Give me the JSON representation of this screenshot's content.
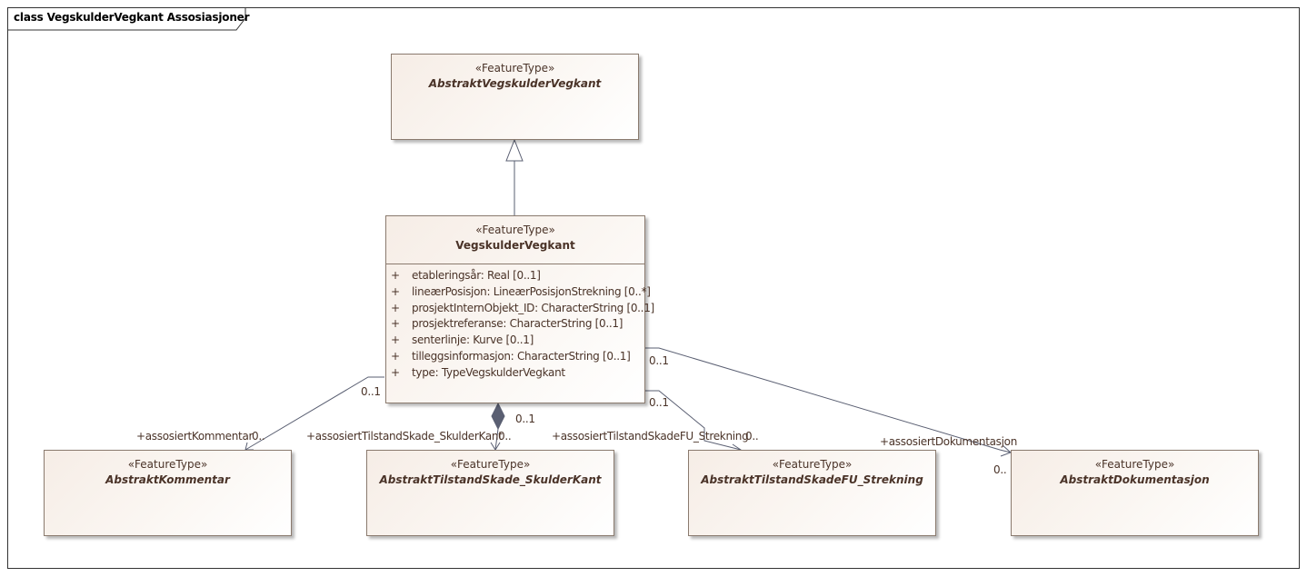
{
  "diagram": {
    "title": "class VegskulderVegkant Assosiasjoner"
  },
  "classes": {
    "abstrakt_vegskulder": {
      "stereotype": "«FeatureType»",
      "name": "AbstraktVegskulderVegkant",
      "abstract": true
    },
    "vegskulder": {
      "stereotype": "«FeatureType»",
      "name": "VegskulderVegkant",
      "abstract": false,
      "attributes": [
        {
          "vis": "+",
          "text": "etableringsår: Real [0..1]"
        },
        {
          "vis": "+",
          "text": "lineærPosisjon: LineærPosisjonStrekning [0..*]"
        },
        {
          "vis": "+",
          "text": "prosjektInternObjekt_ID: CharacterString [0..1]"
        },
        {
          "vis": "+",
          "text": "prosjektreferanse: CharacterString [0..1]"
        },
        {
          "vis": "+",
          "text": "senterlinje: Kurve [0..1]"
        },
        {
          "vis": "+",
          "text": "tilleggsinformasjon: CharacterString [0..1]"
        },
        {
          "vis": "+",
          "text": "type: TypeVegskulderVegkant"
        }
      ]
    },
    "kommentar": {
      "stereotype": "«FeatureType»",
      "name": "AbstraktKommentar",
      "abstract": true
    },
    "tilstand_skulder": {
      "stereotype": "«FeatureType»",
      "name": "AbstraktTilstandSkade_SkulderKant",
      "abstract": true
    },
    "tilstand_fu": {
      "stereotype": "«FeatureType»",
      "name": "AbstraktTilstandSkadeFU_Strekning",
      "abstract": true
    },
    "dokumentasjon": {
      "stereotype": "«FeatureType»",
      "name": "AbstraktDokumentasjon",
      "abstract": true
    }
  },
  "associations": [
    {
      "role": "+assosiertKommentar",
      "target_mult": "0..",
      "source_mult": "0..1"
    },
    {
      "role": "+assosiertTilstandSkade_SkulderKant",
      "target_mult": "0..",
      "source_mult": "0..1"
    },
    {
      "role": "+assosiertTilstandSkadeFU_Strekning",
      "target_mult": "0..",
      "source_mult": "0..1"
    },
    {
      "role": "+assosiertDokumentasjon",
      "target_mult": "0..",
      "source_mult": "0..1"
    }
  ]
}
